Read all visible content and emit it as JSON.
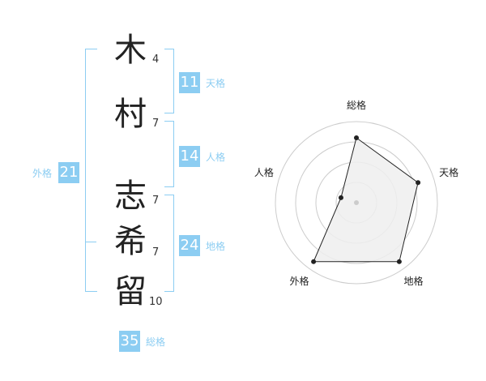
{
  "name": {
    "chars": [
      {
        "char": "木",
        "strokes": "4"
      },
      {
        "char": "村",
        "strokes": "7"
      },
      {
        "char": "志",
        "strokes": "7"
      },
      {
        "char": "希",
        "strokes": "7"
      },
      {
        "char": "留",
        "strokes": "10"
      }
    ]
  },
  "fortunes": {
    "tenkaku": {
      "value": "11",
      "label": "天格"
    },
    "jinkaku": {
      "value": "14",
      "label": "人格"
    },
    "chikaku": {
      "value": "24",
      "label": "地格"
    },
    "gaikaku": {
      "value": "21",
      "label": "外格"
    },
    "soukaku": {
      "value": "35",
      "label": "総格"
    }
  },
  "chart_data": {
    "type": "radar",
    "axes": [
      "総格",
      "天格",
      "地格",
      "外格",
      "人格"
    ],
    "values": [
      0.8,
      0.8,
      0.9,
      0.9,
      0.2
    ],
    "max": 1,
    "rings": 4,
    "colors": {
      "fill": "#eeeeee",
      "stroke": "#222222",
      "ring": "#cccccc",
      "center": "#cccccc"
    }
  },
  "colors": {
    "accent": "#8ccdf2",
    "text": "#222222"
  }
}
